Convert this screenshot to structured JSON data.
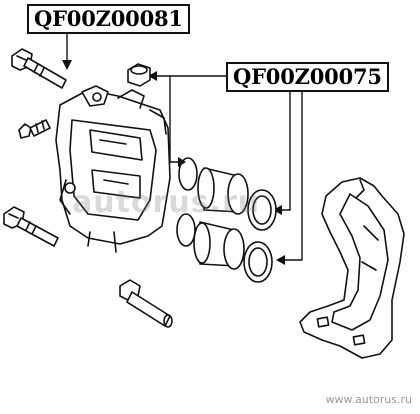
{
  "labels": {
    "part_a": "QF00Z00081",
    "part_b": "QF00Z00075"
  },
  "watermark": "autorus.ru",
  "footer_url": "www.autorus.ru",
  "icons": [
    "bolt-icon",
    "bleeder-screw-icon",
    "caliper-body-icon",
    "piston-icon",
    "seal-ring-icon",
    "boot-icon",
    "bracket-icon",
    "guide-pin-icon"
  ],
  "colors": {
    "line": "#111111",
    "label_border": "#111111",
    "watermark": "#b0b0b0",
    "footer": "#9a9a9a"
  }
}
